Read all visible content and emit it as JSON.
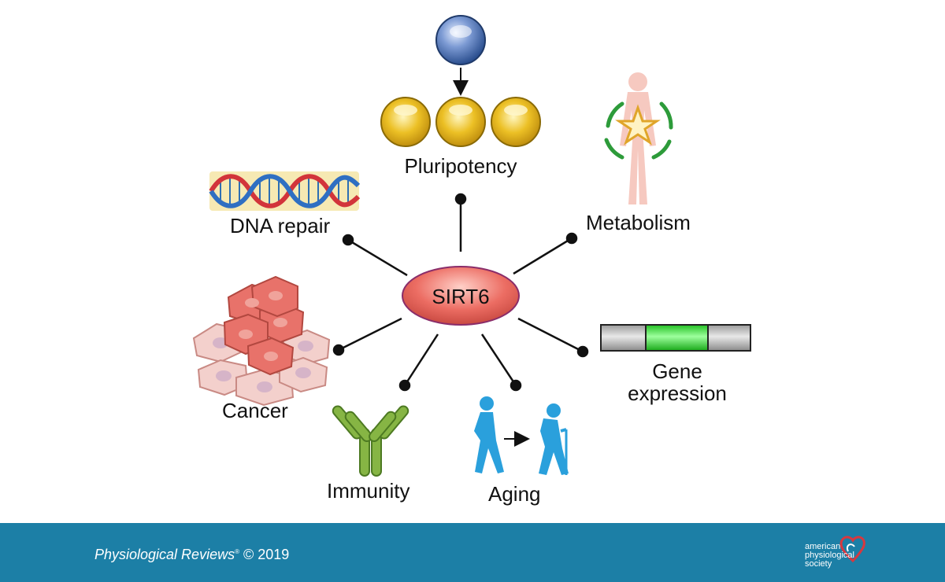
{
  "center": {
    "label": "SIRT6"
  },
  "nodes": {
    "pluripotency": "Pluripotency",
    "dna_repair": "DNA repair",
    "metabolism": "Metabolism",
    "cancer": "Cancer",
    "gene_expression_line1": "Gene",
    "gene_expression_line2": "expression",
    "immunity": "Immunity",
    "aging": "Aging"
  },
  "footer": {
    "journal": "Physiological Reviews",
    "copyright_mark": "®",
    "year_text": "© 2019",
    "logo_text": [
      "american",
      "physiological",
      "society"
    ]
  },
  "colors": {
    "center_fill": "#e8635f",
    "footer_bg": "#1c7fa6",
    "stem_cell": "#4a73b8",
    "daughter_cells": "#e2a800",
    "gene_highlight": "#22dd22",
    "antibody": "#7aa33c",
    "aging_figures": "#2aa0dc",
    "cancer_cells": "#e77a70"
  }
}
